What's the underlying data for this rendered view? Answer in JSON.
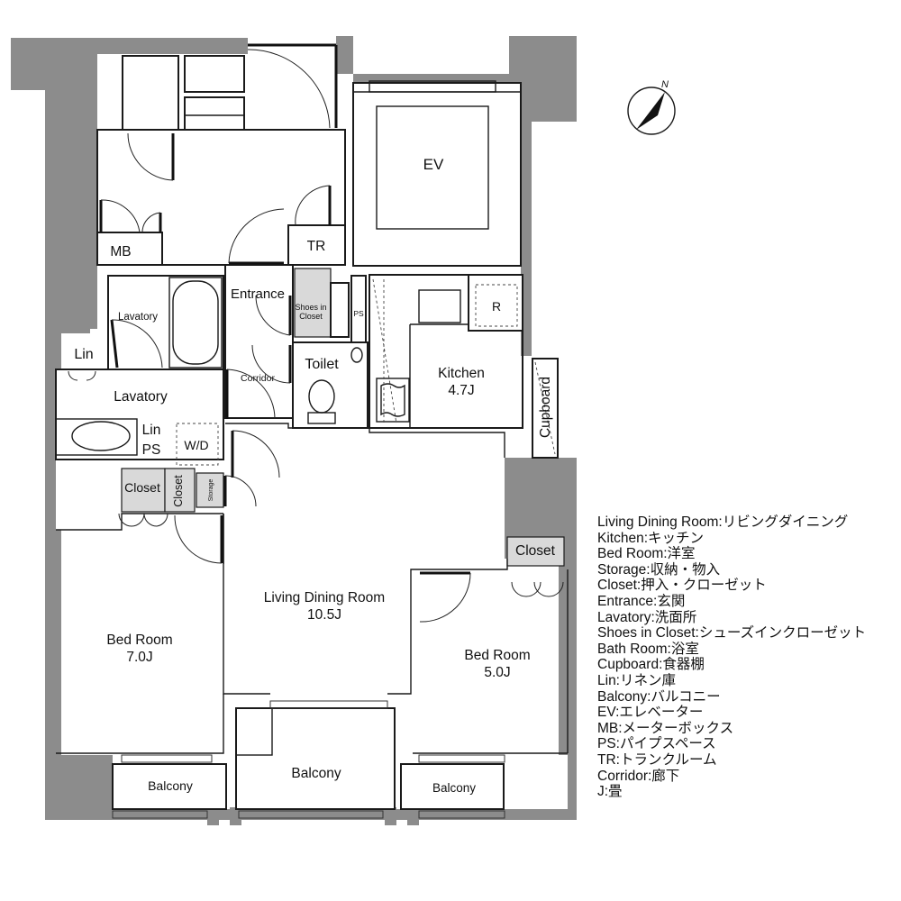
{
  "compass": {
    "north_label": "N"
  },
  "rooms": {
    "ev": "EV",
    "mb": "MB",
    "tr": "TR",
    "entrance": "Entrance",
    "shoes_closet_line1": "Shoes in",
    "shoes_closet_line2": "Closet",
    "ps_small": "PS",
    "lavatory_upper": "Lavatory",
    "lin_upper": "Lin",
    "lavatory_lower": "Lavatory",
    "lin_lower": "Lin",
    "ps_lower": "PS",
    "wd": "W/D",
    "corridor": "Corridor",
    "toilet": "Toilet",
    "kitchen": "Kitchen",
    "kitchen_size": "4.7J",
    "refrigerator": "R",
    "cupboard": "Cupboard",
    "closet_left": "Closet",
    "closet_vertical": "Closet",
    "storage": "Storage",
    "closet_right": "Closet",
    "living_dining": "Living Dining Room",
    "living_dining_size": "10.5J",
    "bed_left": "Bed Room",
    "bed_left_size": "7.0J",
    "bed_right": "Bed Room",
    "bed_right_size": "5.0J",
    "balcony_left": "Balcony",
    "balcony_center": "Balcony",
    "balcony_right": "Balcony"
  },
  "legend": [
    "Living Dining Room:リビングダイニング",
    "Kitchen:キッチン",
    "Bed Room:洋室",
    "Storage:収納・物入",
    "Closet:押入・クローゼット",
    "Entrance:玄関",
    "Lavatory:洗面所",
    "Shoes in Closet:シューズインクローゼット",
    "Bath Room:浴室",
    "Cupboard:食器棚",
    "Lin:リネン庫",
    "Balcony:バルコニー",
    "EV:エレベーター",
    "MB:メーターボックス",
    "PS:パイプスペース",
    "TR:トランクルーム",
    "Corridor:廊下",
    "J:畳"
  ]
}
